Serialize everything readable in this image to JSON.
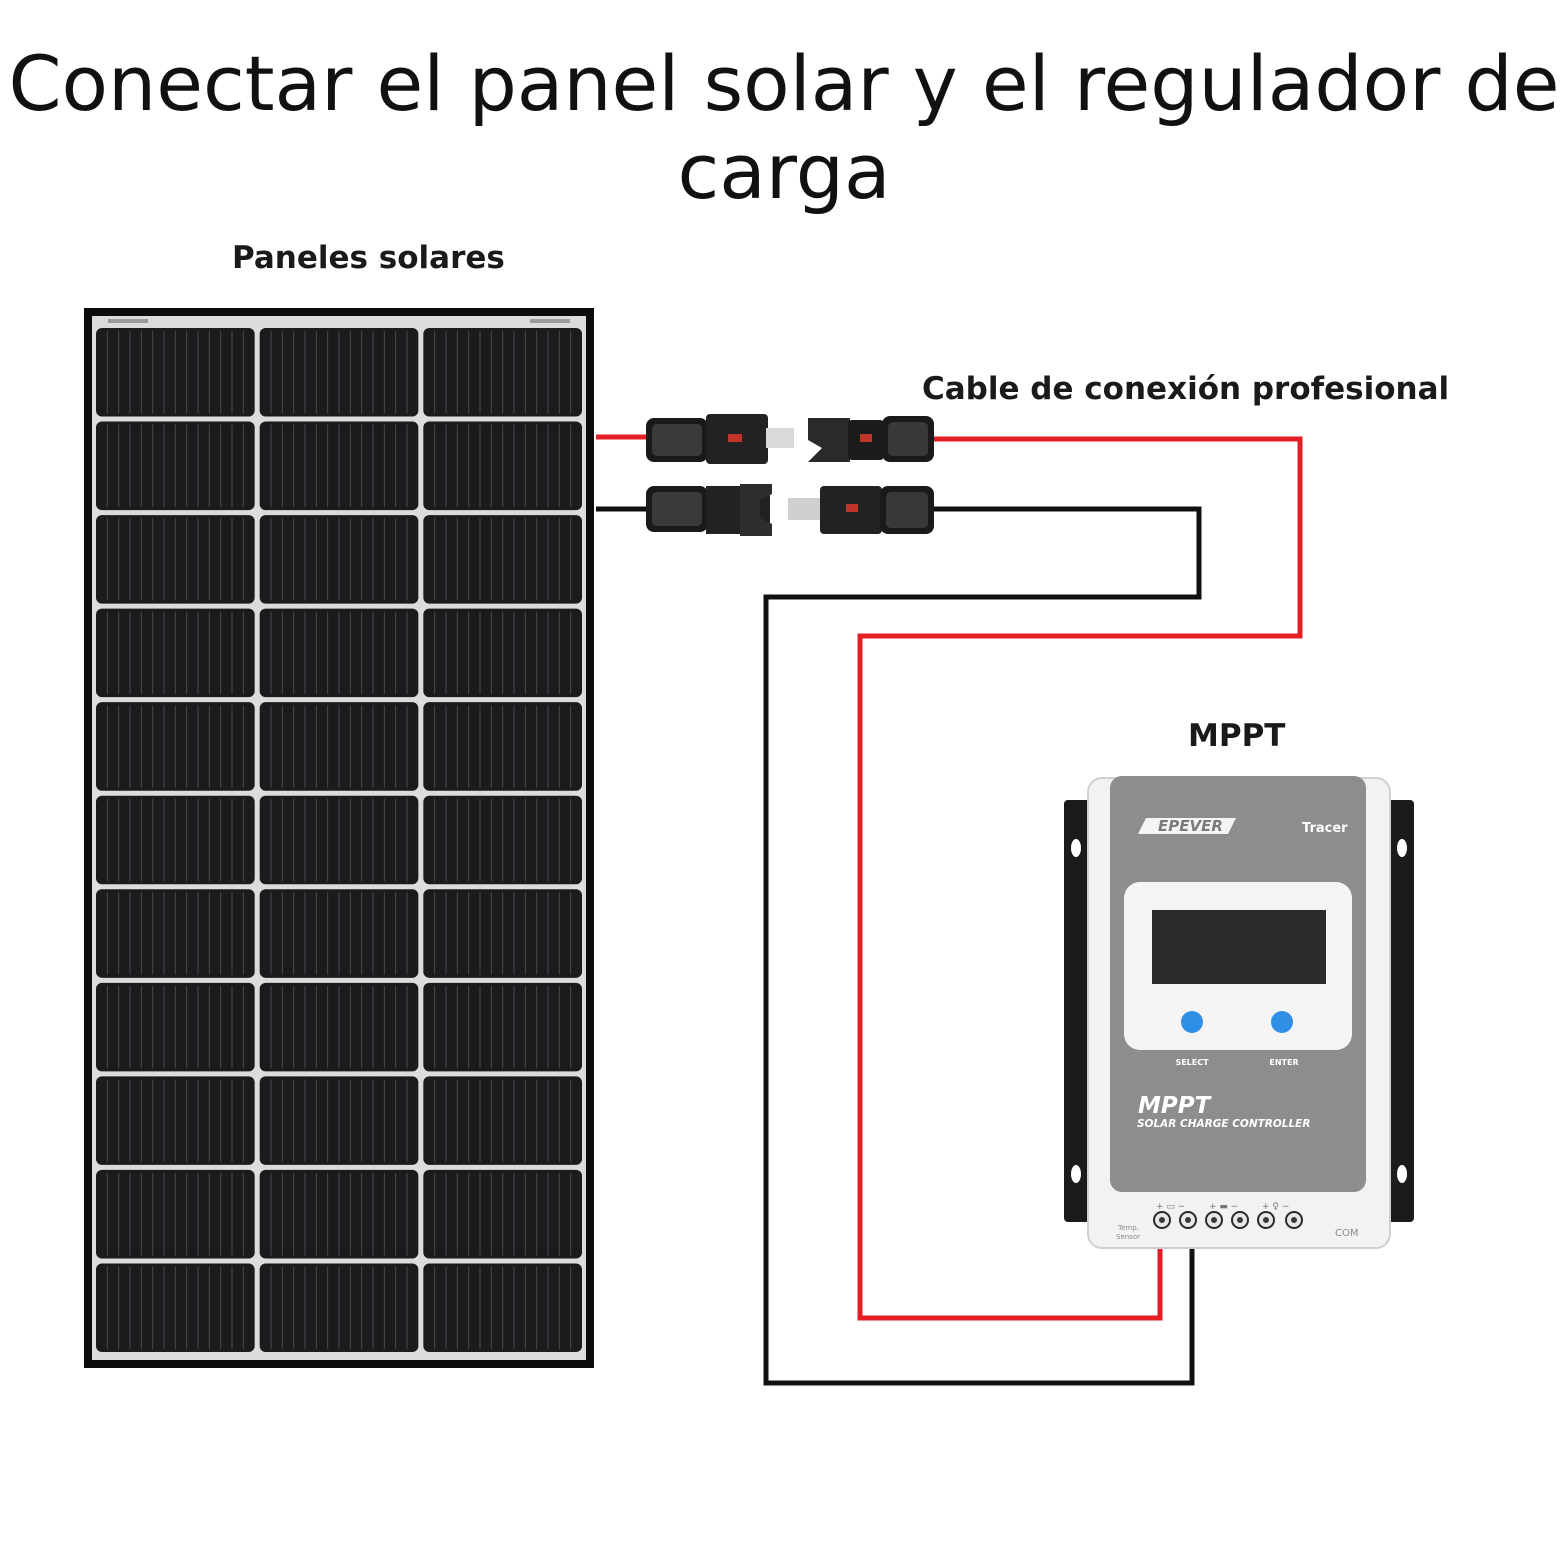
{
  "title": "Conectar el panel solar y el regulador de carga",
  "labels": {
    "panels": "Paneles solares",
    "cable": "Cable de conexión profesional",
    "mppt": "MPPT"
  },
  "controller": {
    "brand": "EPEVER",
    "model": "Tracer",
    "button_left": "SELECT",
    "button_right": "ENTER",
    "type": "MPPT",
    "subtitle": "SOLAR CHARGE CONTROLLER",
    "sensor_label_1": "Temp.",
    "sensor_label_2": "Sensor",
    "com_label": "COM"
  },
  "colors": {
    "positive_wire": "#e31e24",
    "negative_wire": "#111111",
    "panel_cell": "#1b1b1d",
    "controller_face": "#8b8b8b",
    "button": "#2f8fe6"
  }
}
